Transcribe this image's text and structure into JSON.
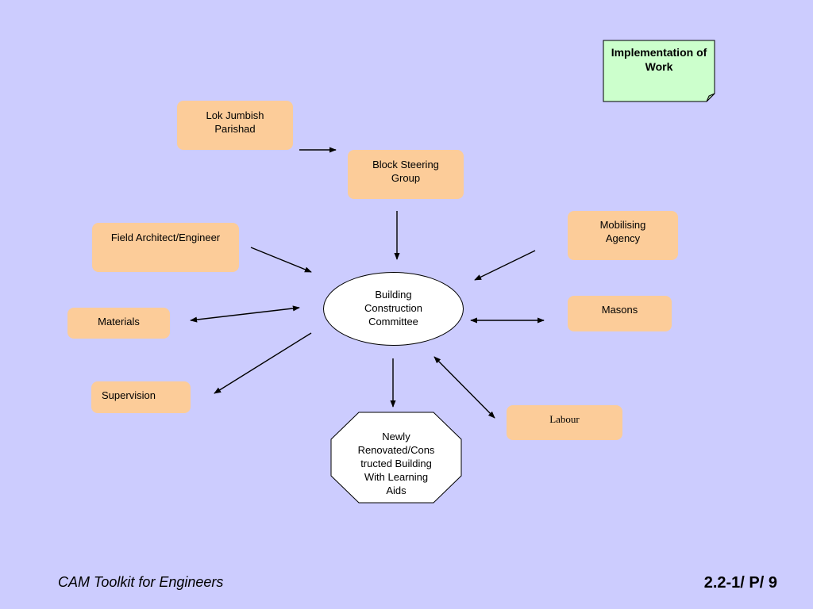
{
  "note": {
    "text": "Implementation\nof\nWork"
  },
  "nodes": {
    "lok_jumbish": "Lok Jumbish\nParishad",
    "block_steering": "Block Steering\nGroup",
    "field_architect": "Field Architect/Engineer",
    "mobilising_agency": "Mobilising\nAgency",
    "committee": "Building\nConstruction\nCommittee",
    "materials": "Materials",
    "masons": "Masons",
    "supervision": "Supervision",
    "labour": "Labour",
    "building": "Newly\nRenovated/Cons\ntructed Building\nWith Learning\nAids"
  },
  "footer": {
    "left": "CAM Toolkit for Engineers",
    "right": "2.2-1/ P/ 9"
  },
  "colors": {
    "background": "#ccccfe",
    "box_fill": "#fccc99",
    "note_fill": "#ccffcc"
  }
}
